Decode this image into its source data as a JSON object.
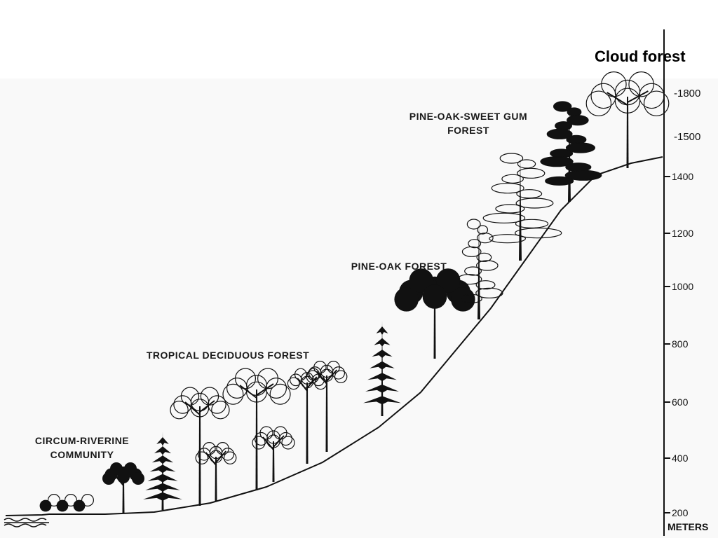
{
  "title": "Cloud forest",
  "zones": [
    {
      "line1": "PINE-OAK-SWEET GUM",
      "line2": "FOREST"
    },
    {
      "line1": "PINE-OAK FOREST",
      "line2": ""
    },
    {
      "line1": "TROPICAL DECIDUOUS FOREST",
      "line2": ""
    },
    {
      "line1": "CIRCUM-RIVERINE",
      "line2": "COMMUNITY"
    }
  ],
  "axis": {
    "unit": "METERS",
    "added_ticks": [
      "-1800",
      "-1500"
    ],
    "ticks": [
      "1400",
      "1200",
      "1000",
      "800",
      "600",
      "400",
      "200"
    ]
  },
  "colors": {
    "ink": "#111111",
    "background": "#ffffff",
    "panel": "#f9f9f9"
  }
}
